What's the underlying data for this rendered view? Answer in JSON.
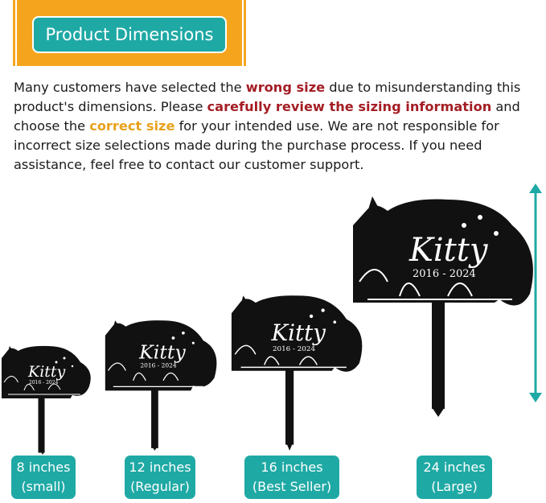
{
  "banner": {
    "title": "Product Dimensions"
  },
  "notice": {
    "p1": "Many customers have selected the ",
    "h1": "wrong size",
    "p2": " due to misunderstanding this product's dimensions. Please ",
    "h2": "carefully review the sizing information",
    "p3": " and choose the ",
    "h3": "correct size",
    "p4": " for your intended use. We are not responsible for incorrect size selections made during the purchase process. If you need assistance, feel free to contact our customer support."
  },
  "plaque": {
    "name": "Kitty",
    "dates": "2016 - 2024"
  },
  "sizes": [
    {
      "size": "8 inches",
      "note": "(small)"
    },
    {
      "size": "12 inches",
      "note": "(Regular)"
    },
    {
      "size": "16 inches",
      "note": "(Best Seller)"
    },
    {
      "size": "24 inches",
      "note": "(Large)"
    }
  ],
  "colors": {
    "accent": "#1fa9a5",
    "banner": "#f5a51d",
    "warning": "#a41d24",
    "highlight": "#e8a11b"
  }
}
